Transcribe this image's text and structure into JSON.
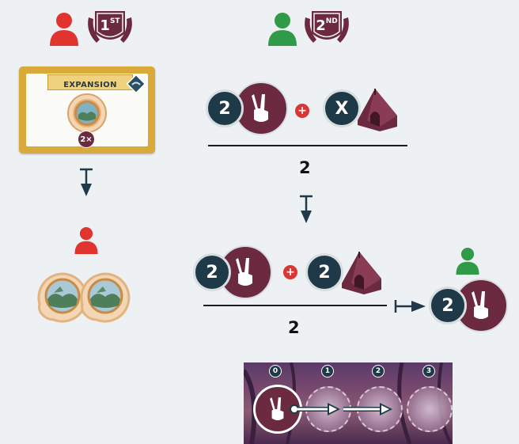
{
  "player_first": {
    "rank_number": "1",
    "rank_suffix": "ST"
  },
  "player_second": {
    "rank_number": "2",
    "rank_suffix": "ND"
  },
  "expansion_card": {
    "title": "EXPANSION",
    "multiplier": "2×"
  },
  "formula_top": {
    "left_value": "2",
    "operator": "+",
    "right_value": "X",
    "result": "2"
  },
  "formula_bottom": {
    "left_value": "2",
    "operator": "+",
    "right_value": "2",
    "result": "2"
  },
  "result_token": {
    "value": "2"
  },
  "track": {
    "steps": [
      "0",
      "1",
      "2",
      "3"
    ]
  },
  "colors": {
    "red_player": "#e2342f",
    "green_player": "#2f9a48",
    "maroon": "#6b2a3f",
    "navy": "#1e3947",
    "gold": "#d9a93a"
  }
}
